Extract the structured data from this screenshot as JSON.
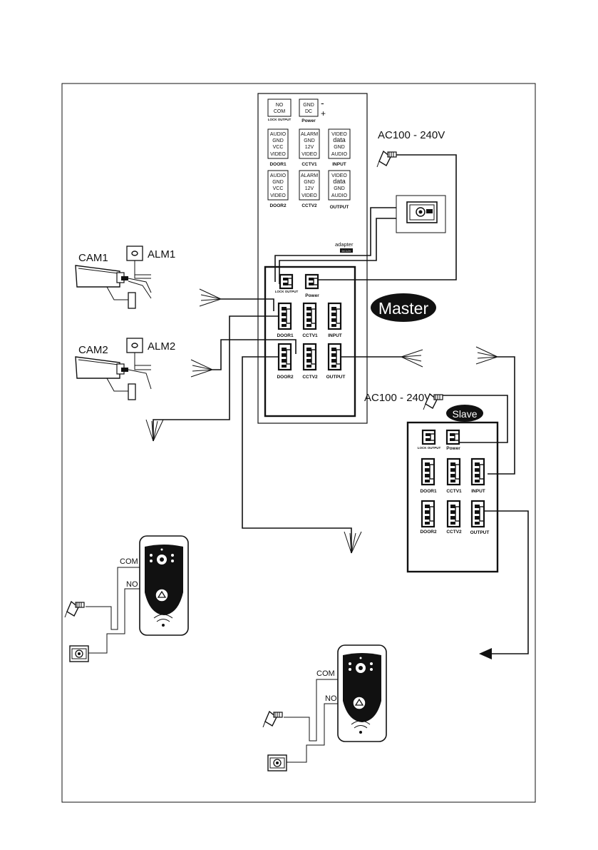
{
  "master_panel": {
    "terminal_blocks": [
      {
        "lines": [
          "NO",
          "COM"
        ],
        "caption": "LOCK OUTPUT"
      },
      {
        "lines": [
          "GND",
          "DC"
        ],
        "caption": "Power",
        "polarity": [
          "-",
          "+"
        ]
      },
      {
        "lines": [
          "AUDIO",
          "GND",
          "VCC",
          "VIDEO"
        ],
        "caption": "DOOR1"
      },
      {
        "lines": [
          "ALARM",
          "GND",
          "12V",
          "VIDEO"
        ],
        "caption": "CCTV1"
      },
      {
        "lines": [
          "VIDEO",
          "data",
          "GND",
          "AUDIO"
        ],
        "caption": "INPUT"
      },
      {
        "lines": [
          "AUDIO",
          "GND",
          "VCC",
          "VIDEO"
        ],
        "caption": "DOOR2"
      },
      {
        "lines": [
          "ALARM",
          "GND",
          "12V",
          "VIDEO"
        ],
        "caption": "CCTV2"
      },
      {
        "lines": [
          "VIDEO",
          "data",
          "GND",
          "AUDIO"
        ],
        "caption": "OUTPUT"
      }
    ],
    "adapter_label": "adapter",
    "adapter_tag": "DC12V",
    "connector_labels": {
      "lock": "LOCK OUTPUT",
      "power": "Power",
      "door1": "DOOR1",
      "cctv1": "CCTV1",
      "input": "INPUT",
      "door2": "DOOR2",
      "cctv2": "CCTV2",
      "output": "OUTPUT"
    }
  },
  "badges": {
    "master": "Master",
    "slave": "Slave"
  },
  "power_labels": {
    "top": "AC100 - 240V",
    "slave": "AC100 - 240V"
  },
  "cameras": [
    {
      "name": "CAM1",
      "alarm": "ALM1"
    },
    {
      "name": "CAM2",
      "alarm": "ALM2"
    }
  ],
  "slave_panel": {
    "connector_labels": {
      "lock": "LOCK OUTPUT",
      "power": "Power",
      "door1": "DOOR1",
      "cctv1": "CCTV1",
      "input": "INPUT",
      "door2": "DOOR2",
      "cctv2": "CCTV2",
      "output": "OUTPUT"
    }
  },
  "door_stations": [
    {
      "com_label": "COM",
      "no_label": "NO"
    },
    {
      "com_label": "COM",
      "no_label": "NO"
    }
  ]
}
